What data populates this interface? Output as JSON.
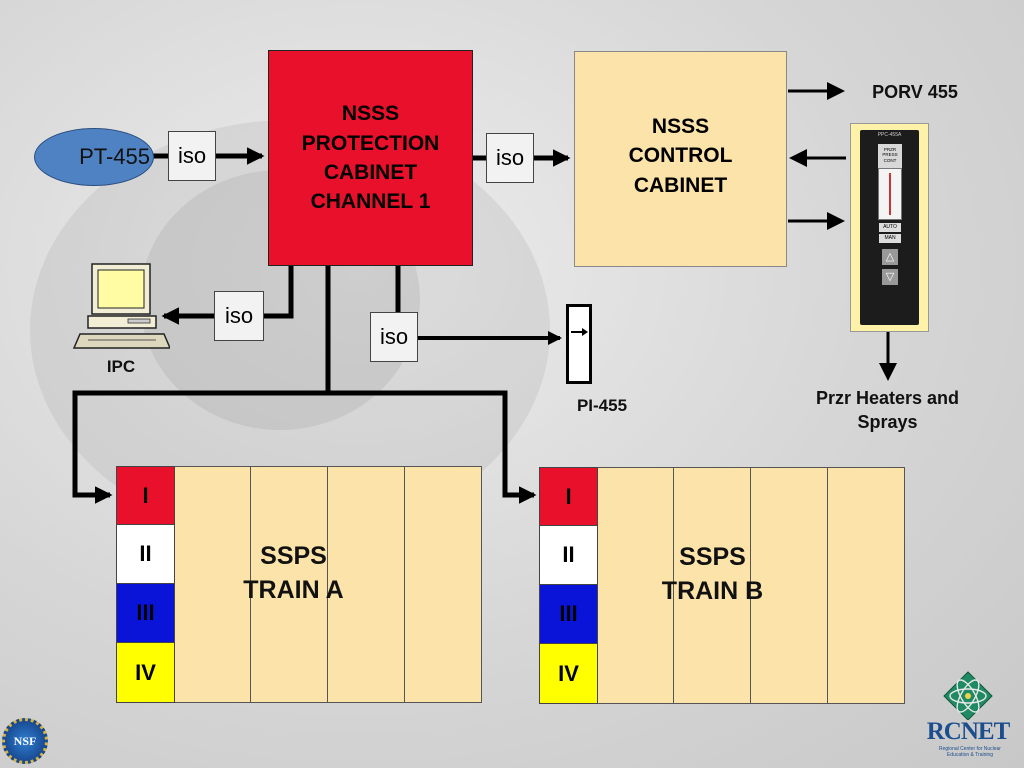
{
  "pt": {
    "label": "PT-455"
  },
  "iso_labels": [
    "iso",
    "iso",
    "iso",
    "iso"
  ],
  "protection": {
    "lines": [
      "NSSS",
      "PROTECTION",
      "CABINET",
      "CHANNEL 1"
    ]
  },
  "control": {
    "lines": [
      "NSSS",
      "CONTROL",
      "CABINET"
    ]
  },
  "porv": {
    "label": "PORV 455"
  },
  "controller": {
    "tag": "PPC-455A",
    "header_lines": [
      "PRZR",
      "PRESS",
      "CONT"
    ],
    "auto": "AUTO",
    "man": "MAN"
  },
  "heaters": {
    "lines": [
      "Przr Heaters and",
      "Sprays"
    ]
  },
  "ipc": {
    "label": "IPC"
  },
  "pi": {
    "label": "PI-455"
  },
  "train_a": {
    "lines": [
      "SSPS",
      "TRAIN A"
    ],
    "tiers": [
      "I",
      "II",
      "III",
      "IV"
    ]
  },
  "train_b": {
    "lines": [
      "SSPS",
      "TRAIN B"
    ],
    "tiers": [
      "I",
      "II",
      "III",
      "IV"
    ]
  },
  "logos": {
    "nsf": "NSF",
    "rcnet": "RCNET",
    "rcnet_sub": "Regional Center for Nuclear Education & Training"
  },
  "colors": {
    "protection": "#e8102a",
    "control": "#fbe3a9",
    "pt": "#4f82c2",
    "tier_i": "#e8102a",
    "tier_ii": "#ffffff",
    "tier_iii": "#0a14d8",
    "tier_iv": "#ffff00"
  }
}
